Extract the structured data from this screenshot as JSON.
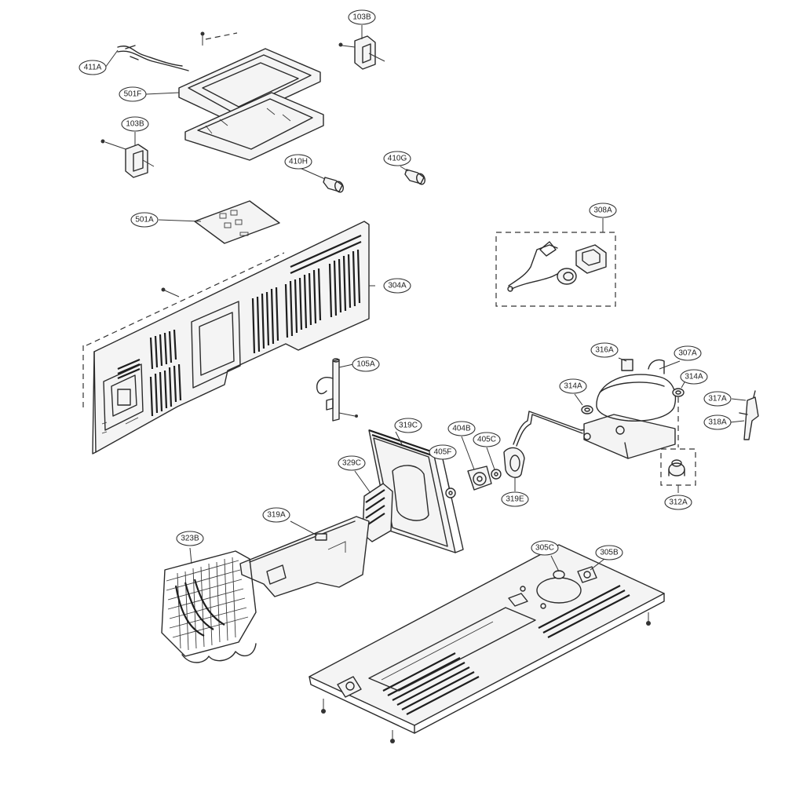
{
  "parts": [
    {
      "id": "p103b_top",
      "label": "103B"
    },
    {
      "id": "p411a",
      "label": "411A"
    },
    {
      "id": "p501f",
      "label": "501F"
    },
    {
      "id": "p103b_left",
      "label": "103B"
    },
    {
      "id": "p410h",
      "label": "410H"
    },
    {
      "id": "p410g",
      "label": "410G"
    },
    {
      "id": "p501a",
      "label": "501A"
    },
    {
      "id": "p308a",
      "label": "308A"
    },
    {
      "id": "p304a",
      "label": "304A"
    },
    {
      "id": "p316a",
      "label": "316A"
    },
    {
      "id": "p307a",
      "label": "307A"
    },
    {
      "id": "p314a_left",
      "label": "314A"
    },
    {
      "id": "p314a_right",
      "label": "314A"
    },
    {
      "id": "p317a",
      "label": "317A"
    },
    {
      "id": "p318a",
      "label": "318A"
    },
    {
      "id": "p105a",
      "label": "105A"
    },
    {
      "id": "p319c",
      "label": "319C"
    },
    {
      "id": "p404b",
      "label": "404B"
    },
    {
      "id": "p405c",
      "label": "405C"
    },
    {
      "id": "p405f",
      "label": "405F"
    },
    {
      "id": "p329c",
      "label": "329C"
    },
    {
      "id": "p319e",
      "label": "319E"
    },
    {
      "id": "p312a",
      "label": "312A"
    },
    {
      "id": "p319a",
      "label": "319A"
    },
    {
      "id": "p323b",
      "label": "323B"
    },
    {
      "id": "p305c",
      "label": "305C"
    },
    {
      "id": "p305b",
      "label": "305B"
    }
  ]
}
